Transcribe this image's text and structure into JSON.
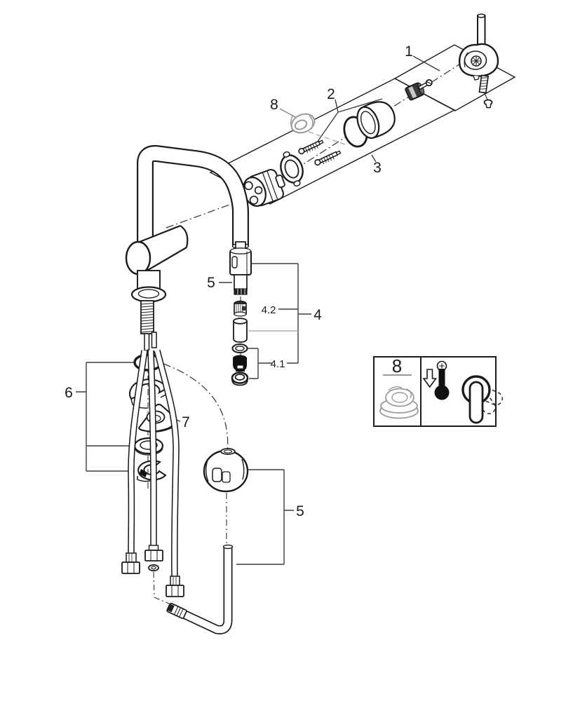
{
  "diagram": {
    "kind": "exploded-parts-drawing",
    "subject": "single-lever kitchen mixer tap with pull-out spray"
  },
  "callouts": {
    "c1": "1",
    "c2": "2",
    "c3": "3",
    "c4": "4",
    "c4_1": "4.1",
    "c4_2": "4.2",
    "c5_upper": "5",
    "c5_lower": "5",
    "c6": "6",
    "c7": "7",
    "c8": "8",
    "c8_box": "8"
  },
  "info_box": {
    "label": "8",
    "icons": [
      "temperature-limiter-ring",
      "down-arrow-icon",
      "thermometer-decrease-icon",
      "lever-rotation-range-icon"
    ]
  },
  "colors": {
    "line": "#1a1a1a",
    "callout_line": "#3d3d3d",
    "ghost": "#9a9a9a",
    "gray_connector": "#b0b0b0",
    "background": "#ffffff"
  }
}
